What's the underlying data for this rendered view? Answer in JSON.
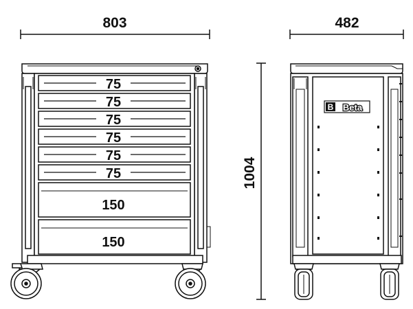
{
  "dimensions": {
    "width": "803",
    "depth": "482",
    "height": "1004"
  },
  "front_view": {
    "drawers": [
      {
        "label": "75"
      },
      {
        "label": "75"
      },
      {
        "label": "75"
      },
      {
        "label": "75"
      },
      {
        "label": "75"
      },
      {
        "label": "75"
      },
      {
        "label": "150"
      },
      {
        "label": "150"
      }
    ]
  },
  "side_view": {
    "brand": "Beta"
  },
  "colors": {
    "line": "#111111",
    "fill": "#ffffff"
  }
}
